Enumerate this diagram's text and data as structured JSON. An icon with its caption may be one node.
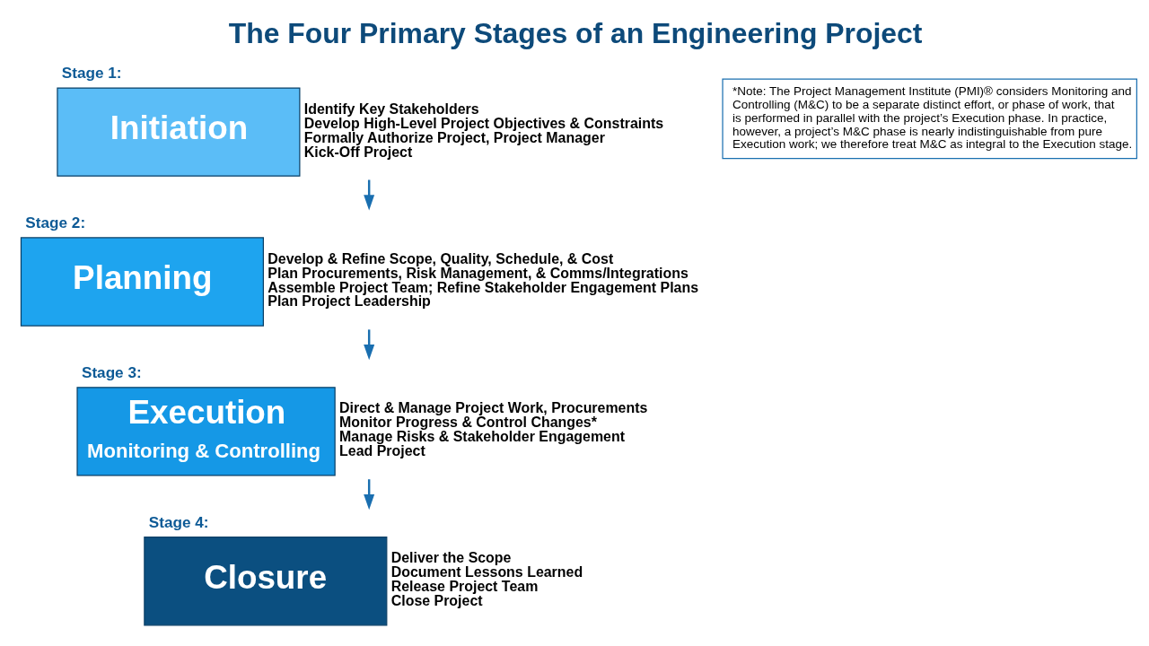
{
  "diagram": {
    "title": "The Four Primary Stages of an Engineering Project",
    "nodes": [
      {
        "text": [
          "Stage 1:",
          "Initiation"
        ],
        "beside": [
          "Identify Key Stakeholders",
          "Develop High-Level Project Objectives & Constraints",
          "Formally Authorize Project, Project Manager",
          "Kick-Off Project"
        ]
      },
      {
        "text": [
          "Stage 2:",
          "Planning"
        ],
        "beside": [
          "Develop & Refine Scope, Quality, Schedule, & Cost",
          "Plan Procurements, Risk Management, & Comms/Integrations",
          "Assemble Project Team; Refine Stakeholder Engagement Plans",
          "Plan Project Leadership"
        ]
      },
      {
        "text": [
          "Stage 3:",
          "Execution",
          "Monitoring & Controlling"
        ],
        "beside": [
          "Direct & Manage Project Work, Procurements",
          "Monitor Progress & Control Changes*",
          "Manage Risks & Stakeholder Engagement",
          "Lead Project"
        ]
      },
      {
        "text": [
          "Stage 4:",
          "Closure"
        ],
        "beside": [
          "Deliver the Scope",
          "Document Lessons Learned",
          "Release Project Team",
          "Close Project"
        ]
      },
      {
        "text": [
          "*Note: The Project Management Institute (PMI)® considers Monitoring and Controlling (M&C) to be a separate distinct effort, or phase of work, that is performed in parallel with the project’s Execution phase. In practice, however, a project’s M&C phase is nearly indistinguishable from pure Execution work; we therefore treat M&C as integral to the Execution stage."
        ]
      }
    ],
    "edges": [
      {
        "from": 0,
        "to": 1,
        "arrow": "to"
      },
      {
        "from": 1,
        "to": 2,
        "arrow": "to"
      },
      {
        "from": 2,
        "to": 3,
        "arrow": "to"
      }
    ]
  }
}
